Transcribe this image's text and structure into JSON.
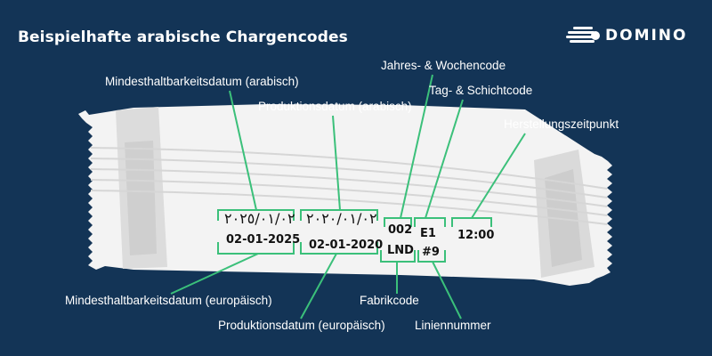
{
  "title": "Beispielhafte arabische Chargencodes",
  "logo": {
    "text": "DOMINO",
    "icon": "domino-logo-icon"
  },
  "colors": {
    "background": "#133456",
    "accent": "#3bc07a",
    "package": "#f3f3f3",
    "text": "#ffffff",
    "ink": "#111111"
  },
  "labels": {
    "mhd_arabic": "Mindesthaltbarkeitsdatum (arabisch)",
    "prod_arabic": "Produktionsdatum (arabisch)",
    "year_week": "Jahres- & Wochencode",
    "day_shift": "Tag- & Schichtcode",
    "time": "Herstellungszeitpunkt",
    "mhd_european": "Mindesthaltbarkeitsdatum (europäisch)",
    "prod_european": "Produktionsdatum (europäisch)",
    "factory": "Fabrikcode",
    "line": "Liniennummer"
  },
  "codes": {
    "mhd_arabic": "٢٠٢٥/٠١/٠٢",
    "prod_arabic": "٢٠٢٠/٠١/٠٢",
    "year_week": "002",
    "day_shift": "E1",
    "time": "12:00",
    "mhd_european": "02-01-2025",
    "prod_european": "02-01-2020",
    "factory": "LND",
    "line": "#9"
  }
}
